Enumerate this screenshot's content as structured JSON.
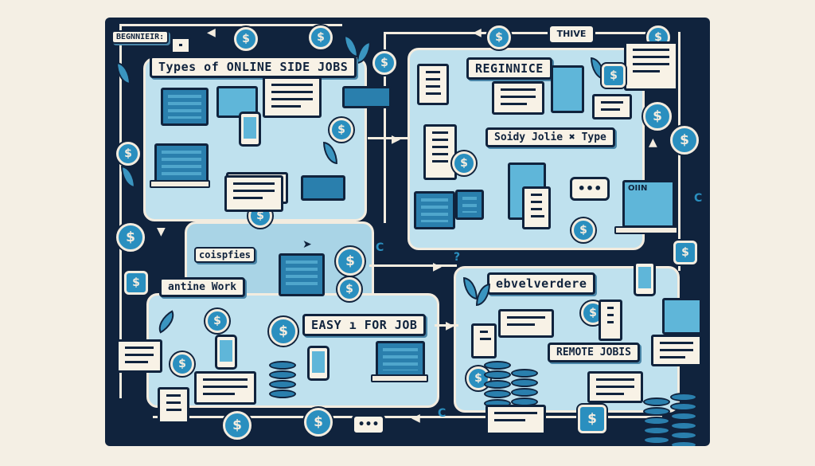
{
  "labels": {
    "corner_tag": "BEGNNIEIR:",
    "types_title": "Types of ONLINE  SIDE JOBS",
    "thive": "THIVE",
    "beginner": "REGINNICE",
    "side_jobs": "Soidy  Jolie ✖ Type",
    "coispfies": "coispfies",
    "antine_work": "antine Work",
    "easy_job": "EASY ı FOR  JOB",
    "ebvelverdere": "ebvelverdere",
    "remote_jobs": "REMOTE JOBIS",
    "laptop_screen": "OIIN",
    "chat_dots": "•••"
  },
  "icons": {
    "currency": "$",
    "question": "?",
    "c_mark": "C"
  },
  "colors": {
    "board": "#10233d",
    "panel": "#bfe1ee",
    "paper": "#f8f2e6",
    "accent": "#2a8fbf",
    "background": "#f4efe4"
  }
}
